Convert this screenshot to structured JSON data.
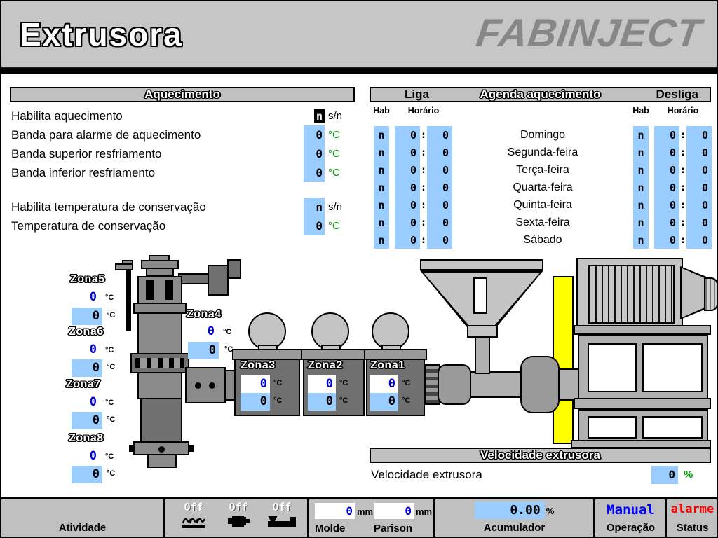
{
  "header": {
    "title": "Extrusora",
    "logo": "FABINJECT"
  },
  "units": {
    "deg": "°C",
    "sn": "s/n",
    "pct": "%",
    "mm": "mm",
    "colon": ":"
  },
  "colors": {
    "panel_gray": "#C0C0C0",
    "field_blue": "#99CCFF",
    "pv_blue": "#0000DD",
    "unit_green": "#00A000",
    "alarm_red": "#FF0000",
    "manual_blue": "#0000FF",
    "machine_yellow": "#FFFF00"
  },
  "aquecimento": {
    "title": "Aquecimento",
    "rows": [
      {
        "label": "Habilita aquecimento",
        "value": "n"
      },
      {
        "label": "Banda para alarme de aquecimento",
        "value": "0"
      },
      {
        "label": "Banda superior resfriamento",
        "value": "0"
      },
      {
        "label": "Banda inferior resfriamento",
        "value": "0"
      },
      {
        "label": "Habilita temperatura de conservação",
        "value": "n"
      },
      {
        "label": "Temperatura de conservação",
        "value": "0"
      }
    ]
  },
  "agenda": {
    "title": "Agenda aquecimento",
    "liga": "Liga",
    "desliga": "Desliga",
    "col_hab": "Hab",
    "col_horario": "Horário",
    "days": [
      {
        "name": "Domingo",
        "on_hab": "n",
        "on_h": "0",
        "on_m": "0",
        "off_hab": "n",
        "off_h": "0",
        "off_m": "0"
      },
      {
        "name": "Segunda-feira",
        "on_hab": "n",
        "on_h": "0",
        "on_m": "0",
        "off_hab": "n",
        "off_h": "0",
        "off_m": "0"
      },
      {
        "name": "Terça-feira",
        "on_hab": "n",
        "on_h": "0",
        "on_m": "0",
        "off_hab": "n",
        "off_h": "0",
        "off_m": "0"
      },
      {
        "name": "Quarta-feira",
        "on_hab": "n",
        "on_h": "0",
        "on_m": "0",
        "off_hab": "n",
        "off_h": "0",
        "off_m": "0"
      },
      {
        "name": "Quinta-feira",
        "on_hab": "n",
        "on_h": "0",
        "on_m": "0",
        "off_hab": "n",
        "off_h": "0",
        "off_m": "0"
      },
      {
        "name": "Sexta-feira",
        "on_hab": "n",
        "on_h": "0",
        "on_m": "0",
        "off_hab": "n",
        "off_h": "0",
        "off_m": "0"
      },
      {
        "name": "Sábado",
        "on_hab": "n",
        "on_h": "0",
        "on_m": "0",
        "off_hab": "n",
        "off_h": "0",
        "off_m": "0"
      }
    ]
  },
  "zones": [
    {
      "name": "Zona1",
      "pv": "0",
      "sp": "0"
    },
    {
      "name": "Zona2",
      "pv": "0",
      "sp": "0"
    },
    {
      "name": "Zona3",
      "pv": "0",
      "sp": "0"
    },
    {
      "name": "Zona4",
      "pv": "0",
      "sp": "0"
    },
    {
      "name": "Zona5",
      "pv": "0",
      "sp": "0"
    },
    {
      "name": "Zona6",
      "pv": "0",
      "sp": "0"
    },
    {
      "name": "Zona7",
      "pv": "0",
      "sp": "0"
    },
    {
      "name": "Zona8",
      "pv": "0",
      "sp": "0"
    }
  ],
  "velocidade": {
    "title": "Velocidade extrusora",
    "label": "Velocidade extrusora",
    "value": "0"
  },
  "statusbar": {
    "atividade": "Atividade",
    "off1": "Off",
    "off2": "Off",
    "off3": "Off",
    "molde": {
      "value": "0",
      "label": "Molde"
    },
    "parison": {
      "value": "0",
      "label": "Parison"
    },
    "acumulador": {
      "value": "0.00",
      "label": "Acumulador"
    },
    "operacao": {
      "value": "Manual",
      "label": "Operação"
    },
    "status": {
      "value": "alarme",
      "label": "Status"
    }
  }
}
